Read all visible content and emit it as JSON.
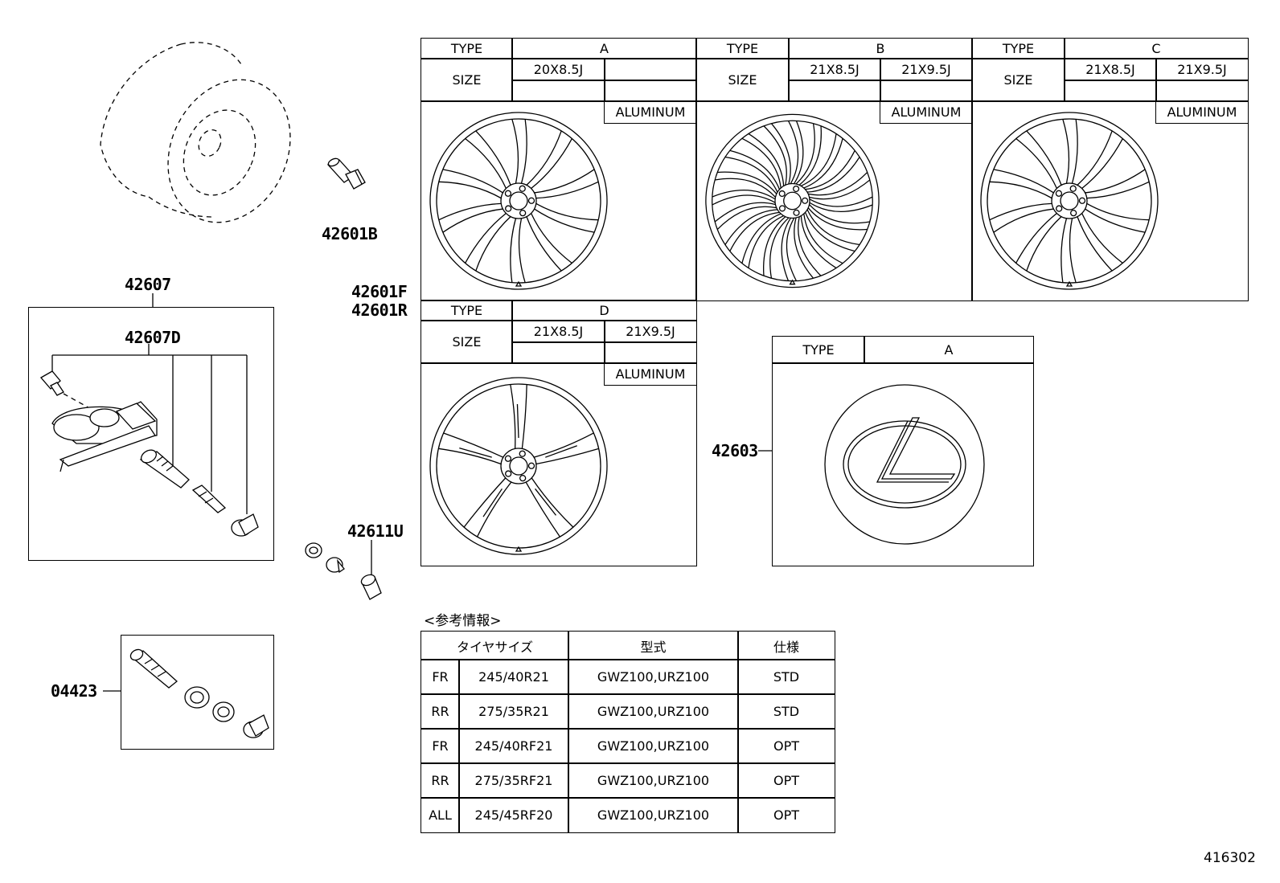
{
  "part_labels": {
    "wheel_bolt": "42601B",
    "tpms_assy": "42607",
    "tpms_sensor": "42607D",
    "wheel_main": "42601F",
    "wheel_main_r": "42601R",
    "valve_cap": "42611U",
    "ornament": "42603",
    "valve_kit": "04423"
  },
  "wheel_table_a": {
    "type_label": "TYPE",
    "type_value": "A",
    "size_label": "SIZE",
    "size_1": "20X8.5J",
    "size_2": "",
    "material": "ALUMINUM"
  },
  "wheel_table_b": {
    "type_label": "TYPE",
    "type_value": "B",
    "size_label": "SIZE",
    "size_1": "21X8.5J",
    "size_2": "21X9.5J",
    "material": "ALUMINUM"
  },
  "wheel_table_c": {
    "type_label": "TYPE",
    "type_value": "C",
    "size_label": "SIZE",
    "size_1": "21X8.5J",
    "size_2": "21X9.5J",
    "material": "ALUMINUM"
  },
  "wheel_table_d": {
    "type_label": "TYPE",
    "type_value": "D",
    "size_label": "SIZE",
    "size_1": "21X8.5J",
    "size_2": "21X9.5J",
    "material": "ALUMINUM"
  },
  "ornament_table": {
    "type_label": "TYPE",
    "type_value": "A"
  },
  "reference": {
    "title": "<参考情報>",
    "headers": [
      "タイヤサイズ",
      "型式",
      "仕様"
    ],
    "rows": [
      [
        "FR",
        "245/40R21",
        "GWZ100,URZ100",
        "STD"
      ],
      [
        "RR",
        "275/35R21",
        "GWZ100,URZ100",
        "STD"
      ],
      [
        "FR",
        "245/40RF21",
        "GWZ100,URZ100",
        "OPT"
      ],
      [
        "RR",
        "275/35RF21",
        "GWZ100,URZ100",
        "OPT"
      ],
      [
        "ALL",
        "245/45RF20",
        "GWZ100,URZ100",
        "OPT"
      ]
    ]
  },
  "drawing_number": "416302"
}
